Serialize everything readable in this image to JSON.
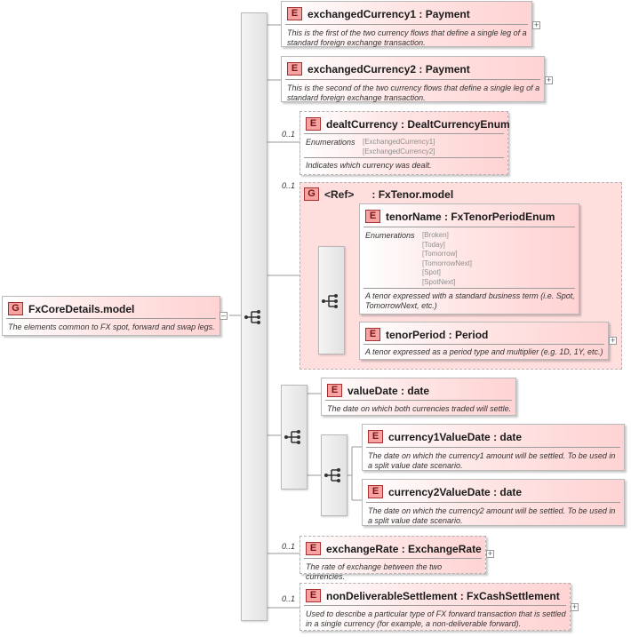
{
  "root": {
    "badge": "G",
    "name": "FxCoreDetails.model",
    "doc": "The elements common to FX spot, forward and swap legs."
  },
  "elements": {
    "exchangedCurrency1": {
      "badge": "E",
      "name": "exchangedCurrency1  : Payment",
      "doc": "This is the first of the two currency flows that define a single leg of a standard foreign exchange transaction."
    },
    "exchangedCurrency2": {
      "badge": "E",
      "name": "exchangedCurrency2  : Payment",
      "doc": "This is the second of the two currency flows that define a single leg of a standard foreign exchange transaction."
    },
    "dealtCurrency": {
      "badge": "E",
      "name": "dealtCurrency  : DealtCurrencyEnum",
      "cardinality": "0..1",
      "enum_label": "Enumerations",
      "enum_values": [
        "[ExchangedCurrency1]",
        "[ExchangedCurrency2]"
      ],
      "doc": "Indicates which currency was dealt."
    },
    "fxTenor": {
      "badge": "G",
      "ref": "<Ref>",
      "name": ": FxTenor.model",
      "cardinality": "0..1"
    },
    "tenorName": {
      "badge": "E",
      "name": "tenorName  : FxTenorPeriodEnum",
      "enum_label": "Enumerations",
      "enum_values": [
        "[Broken]",
        "[Today]",
        "[Tomorrow]",
        "[TomorrowNext]",
        "[Spot]",
        "[SpotNext]"
      ],
      "doc": "A tenor expressed with a standard business term (i.e. Spot, TomorrowNext, etc.)"
    },
    "tenorPeriod": {
      "badge": "E",
      "name": "tenorPeriod  : Period",
      "doc": "A tenor expressed as a period type and multiplier (e.g. 1D, 1Y, etc.)"
    },
    "valueDate": {
      "badge": "E",
      "name": "valueDate  : date",
      "doc": "The date on which both currencies traded will settle."
    },
    "currency1ValueDate": {
      "badge": "E",
      "name": "currency1ValueDate  : date",
      "doc": "The date on which the currency1 amount will be settled. To be used in a split value date scenario."
    },
    "currency2ValueDate": {
      "badge": "E",
      "name": "currency2ValueDate  : date",
      "doc": "The date on which the currency2 amount will be settled. To be used in a split value date scenario."
    },
    "exchangeRate": {
      "badge": "E",
      "name": "exchangeRate  : ExchangeRate",
      "cardinality": "0..1",
      "doc": "The rate of exchange between the two currencies."
    },
    "nonDeliverableSettlement": {
      "badge": "E",
      "name": "nonDeliverableSettlement  : FxCashSettlement",
      "cardinality": "0..1",
      "doc": "Used to describe a particular type of FX forward transaction that is settled in a single currency (for example, a non-deliverable forward)."
    }
  },
  "icons": {
    "sequence": "sequence-compositor-icon",
    "expand": "expand-plus-icon"
  },
  "colors": {
    "badge_fill": "#f6a3a3",
    "badge_border": "#a83030",
    "box_tint": "#ffd3d3",
    "compositor": "#e2e2e2"
  }
}
